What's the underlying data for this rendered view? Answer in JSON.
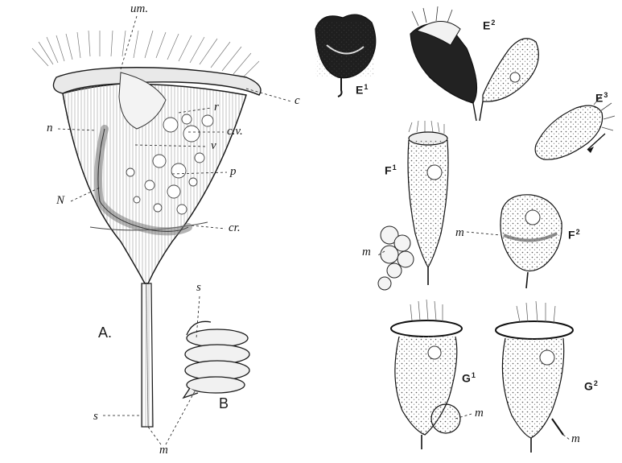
{
  "labels": {
    "um": "um.",
    "c": "c",
    "r": "r",
    "n": "n",
    "cv": "c.v.",
    "v": "v",
    "p": "p",
    "N": "N",
    "cr": "cr.",
    "A": "A.",
    "s_top": "s",
    "s_left": "s",
    "B": "B",
    "m_bottom": "m",
    "E1": "E",
    "E1_sup": "1",
    "E2": "E",
    "E2_sup": "2",
    "E3": "E",
    "E3_sup": "3",
    "F1": "F",
    "F1_sup": "1",
    "F2": "F",
    "F2_sup": "2",
    "m_F2": "m",
    "m_F1": "m",
    "G1": "G",
    "G1_sup": "1",
    "G2": "G",
    "G2_sup": "2",
    "m_G1": "m",
    "m_G2": "m"
  },
  "colors": {
    "ink": "#1a1a1a",
    "stipple": "#6a6a6a",
    "shade": "#cfcfcf",
    "paper": "#ffffff"
  }
}
